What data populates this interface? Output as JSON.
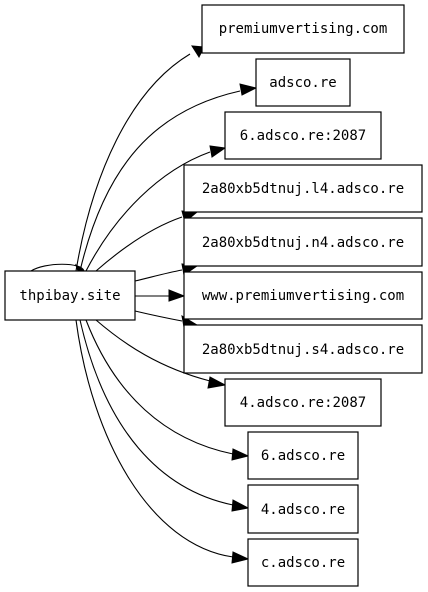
{
  "graph": {
    "source": "thpibay.site",
    "targets": [
      "premiumvertising.com",
      "adsco.re",
      "6.adsco.re:2087",
      "2a80xb5dtnuj.l4.adsco.re",
      "2a80xb5dtnuj.n4.adsco.re",
      "www.premiumvertising.com",
      "2a80xb5dtnuj.s4.adsco.re",
      "4.adsco.re:2087",
      "6.adsco.re",
      "4.adsco.re",
      "c.adsco.re"
    ],
    "self_loop": true
  },
  "colors": {
    "stroke": "#000000",
    "fill": "#ffffff",
    "text": "#000000"
  }
}
